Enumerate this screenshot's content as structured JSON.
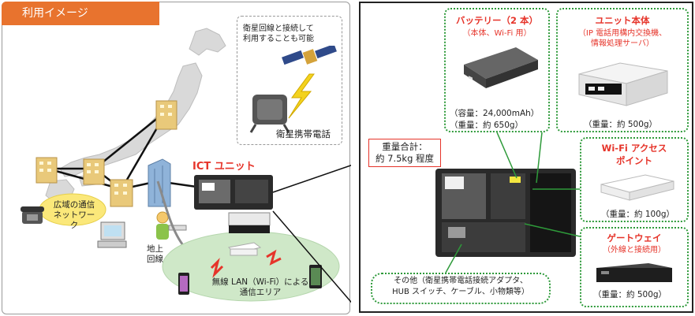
{
  "left_panel": {
    "tab_title": "利用イメージ",
    "satellite_note": [
      "衛星回線と接続して",
      "利用することも可能"
    ],
    "satellite_phone_label": "衛星携帯電話",
    "ict_unit_label": "ICT ユニット",
    "wide_network_label": [
      "広域の通信",
      "ネットワーク"
    ],
    "landline_label": [
      "地上",
      "回線"
    ],
    "wireless_area_label": [
      "無線 LAN（Wi-Fi）による",
      "通信エリア"
    ]
  },
  "right_panel": {
    "battery": {
      "title": "バッテリー（2 本）",
      "subtitle": "（本体、Wi-Fi 用）",
      "capacity": "（容量：24,000mAh）",
      "weight": "（重量：約 650g）"
    },
    "unit_main": {
      "title": "ユニット本体",
      "subtitle": [
        "（IP 電話用構内交換機、",
        "情報処理サーバ）"
      ],
      "weight": "（重量：約 500g）"
    },
    "total_weight": [
      "重量合計：",
      "約 7.5kg 程度"
    ],
    "wifi_ap": {
      "title": [
        "Wi-Fi アクセス",
        "ポイント"
      ],
      "weight": "（重量：約 100g）"
    },
    "gateway": {
      "title": "ゲートウェイ",
      "subtitle": "（外線と接続用）",
      "weight": "（重量：約 500g）"
    },
    "others": [
      "その他（衛星携帯電話接続アダプタ、",
      "HUB スイッチ、ケーブル、小物類等）"
    ]
  },
  "colors": {
    "tab_orange": "#e8732e",
    "accent_red": "#e6342a",
    "dotted_green": "#2e9a3a",
    "area_green": "#cfe8c8"
  }
}
